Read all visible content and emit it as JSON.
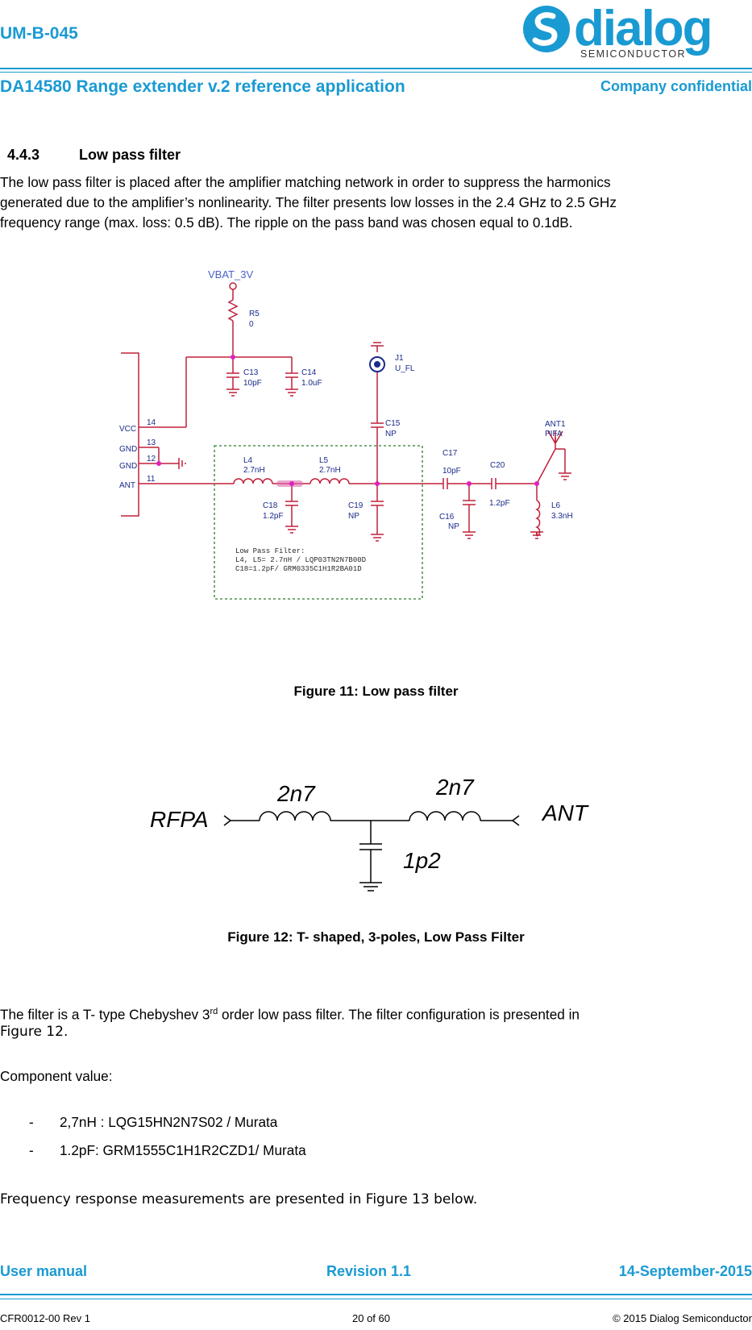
{
  "header": {
    "doc_id": "UM-B-045",
    "title": "DA14580 Range extender v.2 reference application",
    "confidential": "Company confidential",
    "logo_word": "dialog",
    "logo_sub": "SEMICONDUCTOR"
  },
  "section": {
    "number": "4.4.3",
    "title": "Low pass filter",
    "paragraph_lines": [
      "The low pass filter is placed after the amplifier matching network in order to suppress the harmonics",
      "generated due to the amplifier’s nonlinearity. The filter presents low losses in the 2.4 GHz to 2.5 GHz",
      "frequency range (max. loss: 0.5 dB). The ripple on the pass band was chosen equal to 0.1dB."
    ]
  },
  "schematic": {
    "vbat": "VBAT_3V",
    "r5": "R5",
    "r5_val": "0",
    "c13": "C13",
    "c13_val": "10pF",
    "c14": "C14",
    "c14_val": "1.0uF",
    "j1": "J1",
    "j1_val": "U_FL",
    "c15": "C15",
    "c15_val": "NP",
    "ant1": "ANT1",
    "ant1_val": "PIFA",
    "pins": [
      "VCC",
      "GND",
      "GND",
      "ANT"
    ],
    "pin_nums": [
      "14",
      "13",
      "12",
      "11"
    ],
    "l4": "L4",
    "l4_val": "2.7nH",
    "l5": "L5",
    "l5_val": "2.7nH",
    "c17": "C17",
    "c17_val": "10pF",
    "c20": "C20",
    "c20_val": "1.2pF",
    "c18": "C18",
    "c18_val": "1.2pF",
    "c19": "C19",
    "c19_val": "NP",
    "c16": "C16",
    "c16_val": "NP",
    "l6": "L6",
    "l6_val": "3.3nH",
    "note_lines": [
      "Low Pass Filter:",
      "L4, L5= 2.7nH / LQP03TN2N7B00D",
      "C18=1.2pF/ GRM0335C1H1R2BA01D"
    ]
  },
  "figure11_caption": "Figure 11: Low pass filter",
  "tfilter": {
    "in": "RFPA",
    "out": "ANT",
    "l_left": "2n7",
    "l_right": "2n7",
    "cap": "1p2"
  },
  "figure12_caption": "Figure 12: T- shaped, 3-poles, Low Pass Filter",
  "para2": {
    "pre": "The filter is a T- type Chebyshev 3",
    "sup": "rd",
    "post": " order low pass filter. The filter configuration is presented in",
    "line2": "Figure 12."
  },
  "component_heading": "Component value:",
  "components": [
    "2,7nH : LQG15HN2N7S02 / Murata",
    "1.2pF: GRM1555C1H1R2CZD1/  Murata"
  ],
  "bullet": "-",
  "freq_line": "Frequency response measurements are presented in Figure 13 below.",
  "footer": {
    "left": "User manual",
    "center": "Revision 1.1",
    "right": "14-September-2015",
    "doc_code": "CFR0012-00 Rev 1",
    "page": "20 of 60",
    "copyright": "© 2015 Dialog Semiconductor"
  },
  "colors": {
    "brand": "#1a9ad2",
    "schematic_wire": "#c0203a",
    "schematic_label": "#1a2a8a",
    "net_blue": "#4a63c8",
    "node": "#e020c0",
    "filter_box": "#2a7a2a"
  }
}
